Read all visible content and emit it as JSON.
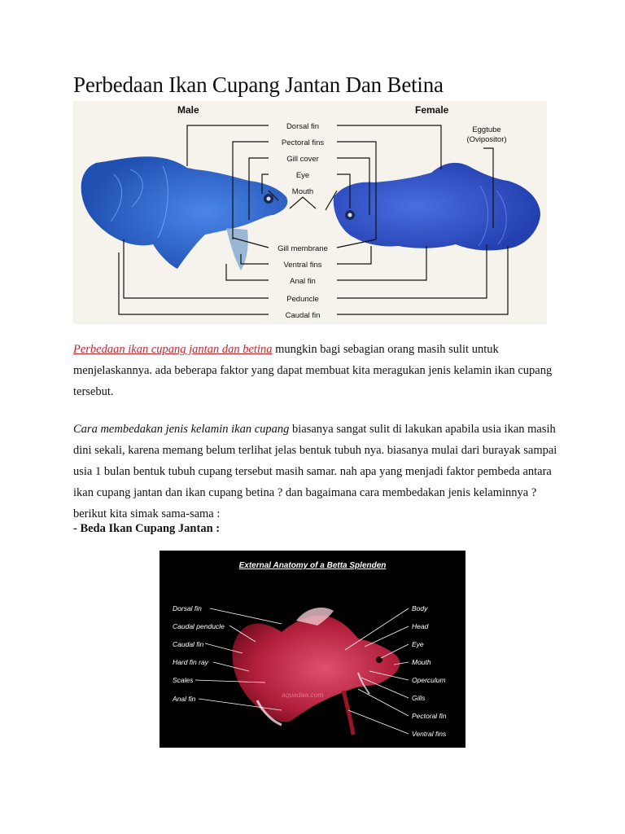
{
  "page": {
    "title": "Perbedaan Ikan Cupang Jantan Dan Betina"
  },
  "figure1": {
    "male_heading": "Male",
    "female_heading": "Female",
    "labels": [
      "Dorsal fin",
      "Pectoral fins",
      "Gill cover",
      "Eye",
      "Mouth",
      "Gill membrane",
      "Ventral fins",
      "Anal fin",
      "Peduncle",
      "Caudal fin"
    ],
    "eggtube_line1": "Eggtube",
    "eggtube_line2": "(Ovipositor)",
    "colors": {
      "background": "#f6f3ec",
      "fish": "#2f5fd0",
      "line": "#111111"
    }
  },
  "paragraph1": {
    "lead_link": "Perbedaan ikan cupang jantan dan betina",
    "text": " mungkin bagi sebagian orang masih sulit untuk menjelaskannya. ada beberapa faktor yang dapat membuat kita meragukan jenis kelamin ikan cupang tersebut."
  },
  "paragraph2": {
    "lead_italic": "Cara membedakan jenis kelamin ikan cupang",
    "text": " biasanya sangat sulit di lakukan apabila usia ikan masih dini sekali, karena memang belum terlihat jelas bentuk tubuh nya. biasanya mulai dari burayak sampai usia 1 bulan bentuk tubuh cupang tersebut masih samar. nah apa yang menjadi faktor pembeda antara ikan cupang jantan dan ikan cupang betina ? dan bagaimana cara membedakan jenis kelaminnya ? berikut kita simak sama-sama :"
  },
  "section": {
    "heading": "- Beda Ikan Cupang Jantan :"
  },
  "figure2": {
    "title": "External Anatomy of a Betta Splenden",
    "left_labels": [
      "Dorsal fin",
      "Caudal penducle",
      "Caudal fin",
      "Hard fin ray",
      "Scales",
      "Anal fin"
    ],
    "right_labels": [
      "Body",
      "Head",
      "Eye",
      "Mouth",
      "Operculum",
      "Gills",
      "Pectoral fin",
      "Ventral fins"
    ],
    "watermark": "aquadaa.com",
    "colors": {
      "background": "#000000",
      "fish": "#c8324a",
      "text": "#ffffff"
    }
  }
}
